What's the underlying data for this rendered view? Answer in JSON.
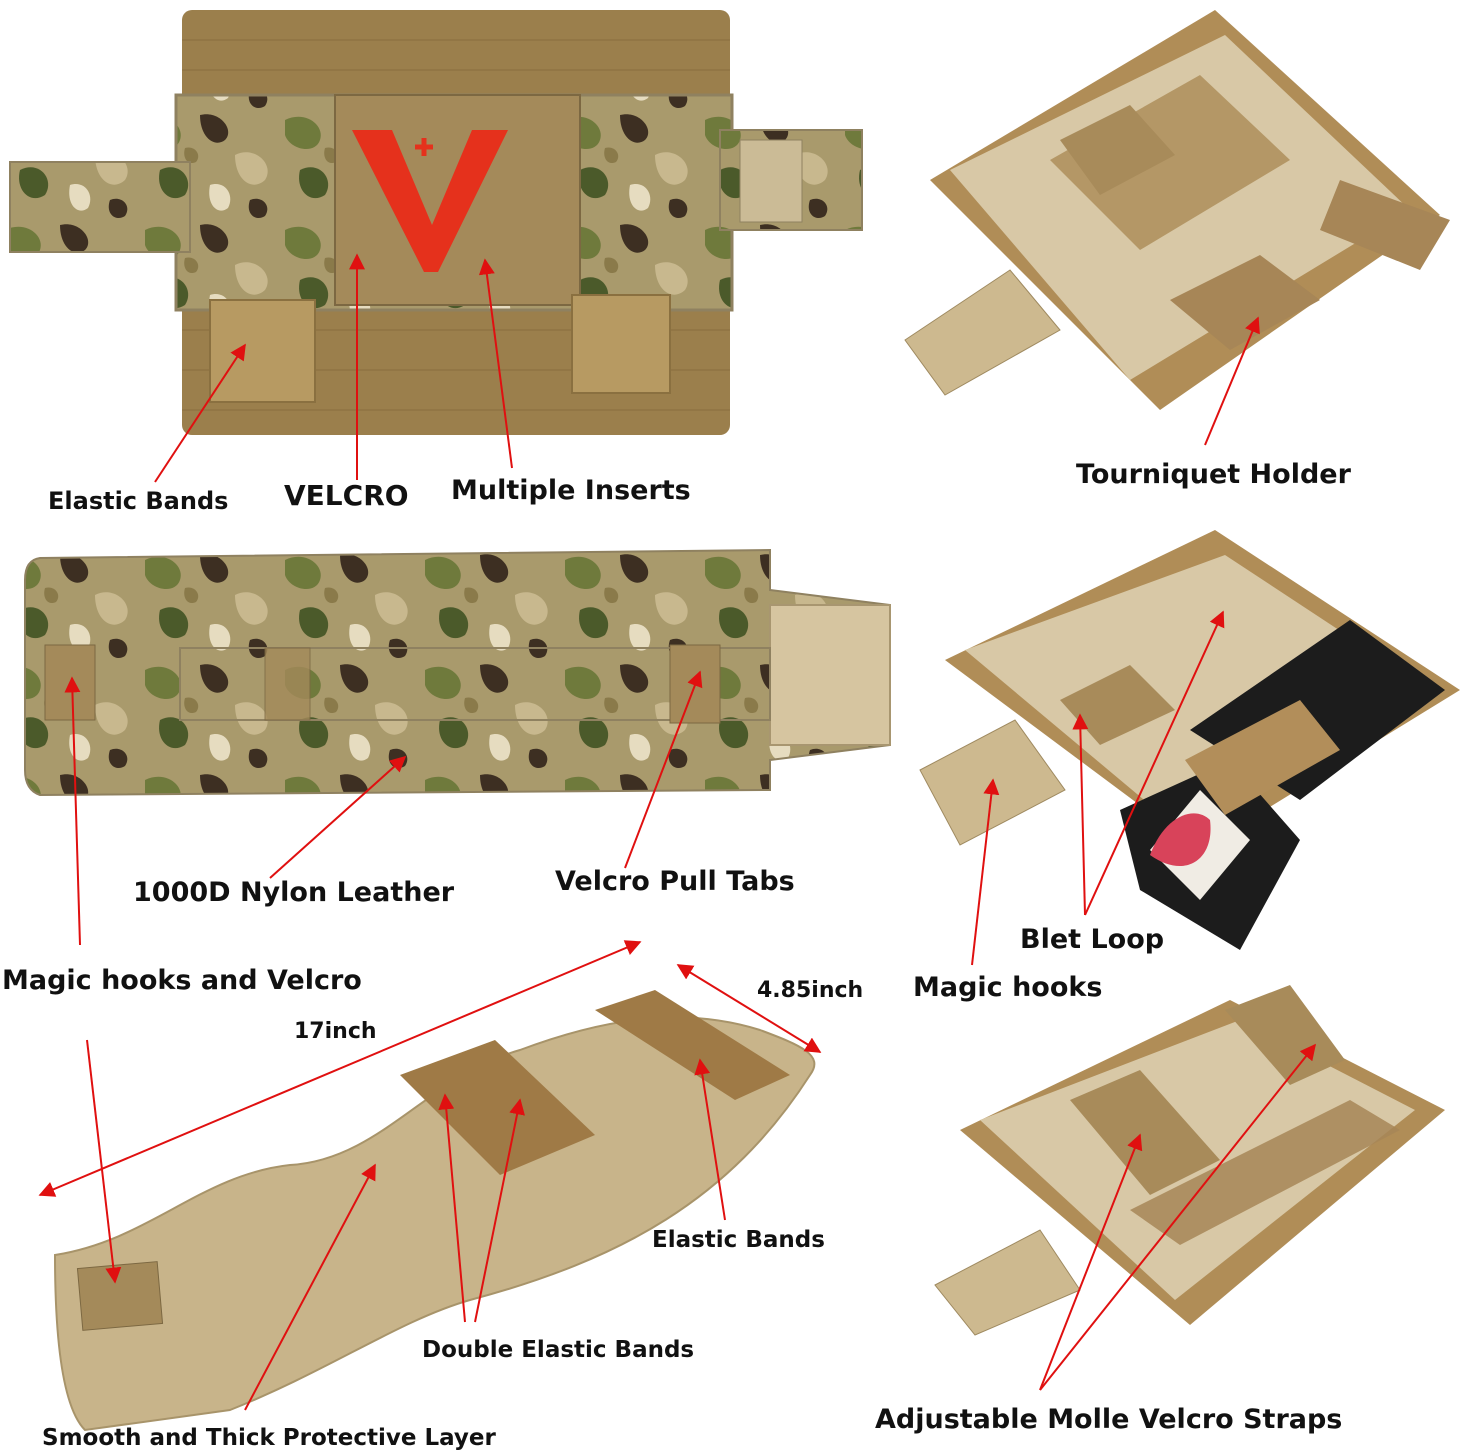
{
  "labels": {
    "elastic_bands_top": "Elastic Bands",
    "velcro": "VELCRO",
    "multiple_inserts": "Multiple Inserts",
    "tourniquet_holder": "Tourniquet Holder",
    "nylon_leather": "1000D Nylon Leather",
    "velcro_pull_tabs": "Velcro Pull Tabs",
    "magic_hooks_velcro": "Magic hooks and Velcro",
    "blet_loop": "Blet Loop",
    "magic_hooks": "Magic hooks",
    "length_17": "17inch",
    "width_485": "4.85inch",
    "elastic_bands_bottom": "Elastic Bands",
    "double_elastic_bands": "Double Elastic Bands",
    "protective_layer": "Smooth and Thick Protective Layer",
    "molle_straps": "Adjustable Molle Velcro Straps"
  },
  "colors": {
    "coyote": "#9b7f4c",
    "tan": "#c8b48a",
    "light_tan": "#d8c8a6",
    "patch": "#a48a5a",
    "logo_red": "#e5311c",
    "arrow_red": "#e01010",
    "black_strap": "#1c1c1c"
  }
}
